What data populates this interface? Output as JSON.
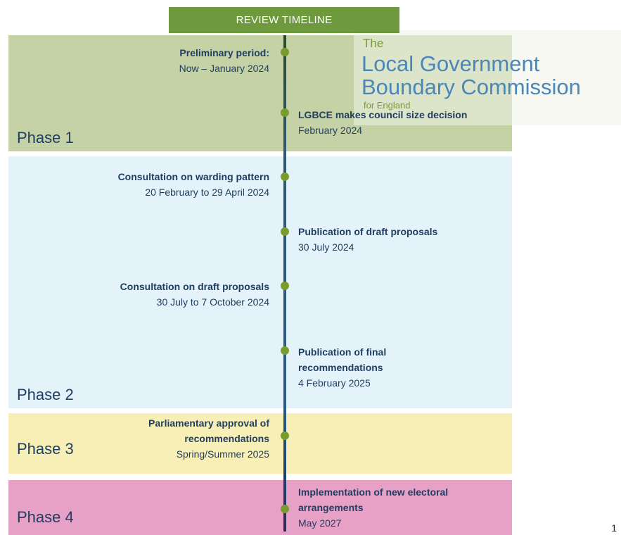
{
  "header": "REVIEW TIMELINE",
  "logo": {
    "line1": "The",
    "line2": "Local Government",
    "line3": "Boundary Commission",
    "line4": "for England"
  },
  "phases": [
    {
      "label": "Phase 1",
      "color": "#c5d2a6"
    },
    {
      "label": "Phase 2",
      "color": "#e4f3fa"
    },
    {
      "label": "Phase 3",
      "color": "#f7efb6"
    },
    {
      "label": "Phase 4",
      "color": "#e7a1c6"
    }
  ],
  "events": [
    {
      "title": "Preliminary period:",
      "date": "Now – January 2024"
    },
    {
      "title": "LGBCE makes council size decision",
      "date": "February 2024"
    },
    {
      "title": "Consultation on warding pattern",
      "date": "20 February to 29 April 2024"
    },
    {
      "title": "Publication of draft proposals",
      "date": "30 July 2024"
    },
    {
      "title": "Consultation on draft proposals",
      "date": "30 July to 7 October 2024"
    },
    {
      "title": "Publication of final recommendations",
      "date": "4 February 2025"
    },
    {
      "title": "Parliamentary approval of recommendations",
      "date": "Spring/Summer 2025"
    },
    {
      "title": "Implementation of new electoral arrangements",
      "date": "May 2027"
    }
  ],
  "page_number": "1",
  "colors": {
    "header": "#6e9a3d",
    "dot": "#7a9b2e",
    "text": "#1f3e62"
  }
}
